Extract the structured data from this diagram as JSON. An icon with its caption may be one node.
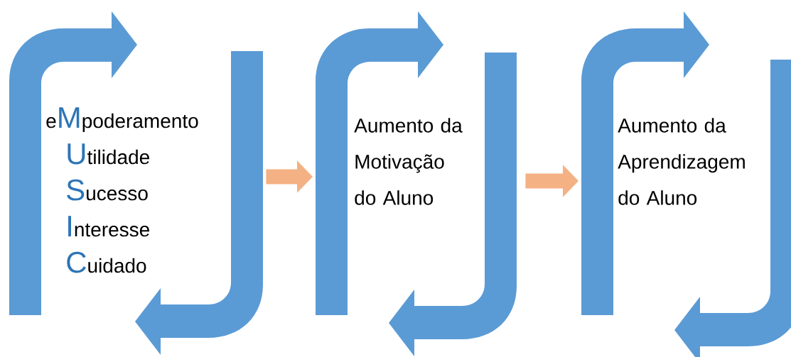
{
  "diagram": {
    "nodes": [
      {
        "text": [
          "e**M**poderamento",
          "**U**tilidade",
          "**S**ucesso",
          "**I**nteresse",
          "**C**uidado"
        ]
      },
      {
        "text": [
          "Aumento da Motivação do Aluno"
        ]
      },
      {
        "text": [
          "Aumento da Aprendizagem do Aluno"
        ]
      }
    ],
    "edges": [
      {
        "from": 0,
        "to": 1,
        "arrow": "to"
      },
      {
        "from": 1,
        "to": 2,
        "arrow": "to"
      }
    ]
  }
}
